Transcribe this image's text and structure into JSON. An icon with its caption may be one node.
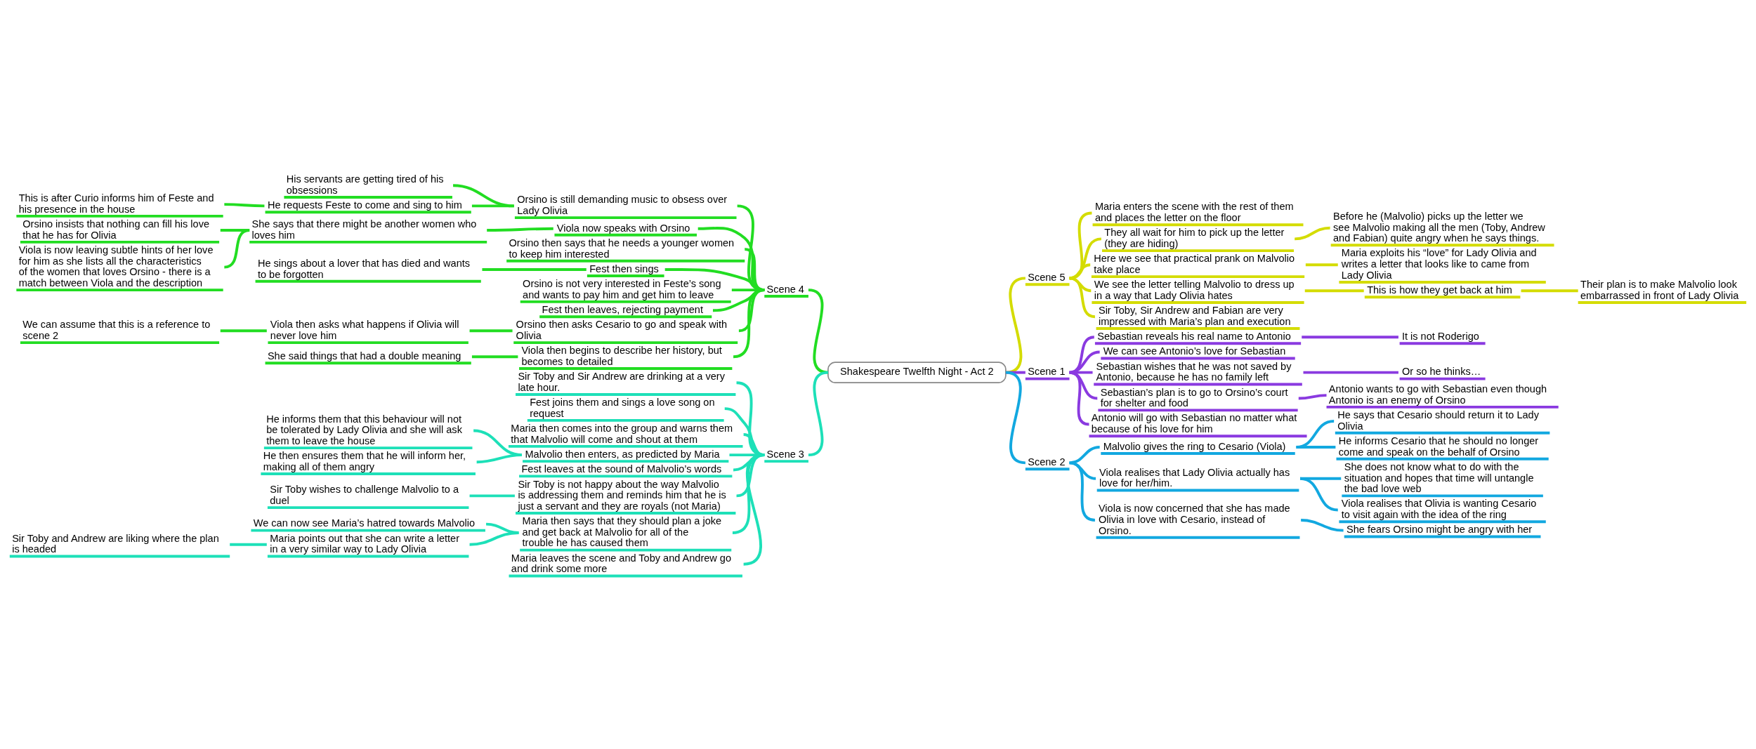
{
  "diagram": {
    "nodes": [
      {
        "text": [
          "Shakespeare Twelfth Night - Act 2"
        ]
      },
      {
        "text": [
          "Scene 4"
        ]
      },
      {
        "text": [
          "Orsino is still demanding music to obsess over Lady Olivia"
        ]
      },
      {
        "text": [
          "His servants are getting tired of his obsessions"
        ]
      },
      {
        "text": [
          "He requests Feste to come and sing to him"
        ]
      },
      {
        "text": [
          "This is after Curio informs him of Feste and his presence in the house"
        ]
      },
      {
        "text": [
          "Viola now speaks with Orsino"
        ]
      },
      {
        "text": [
          "She says that there might be another women who loves him"
        ]
      },
      {
        "text": [
          "Orsino insists that nothing can fill his love that he has for Olivia"
        ]
      },
      {
        "text": [
          "Viola is now leaving subtle hints of her love for him as she lists all the characteristics of the women that loves Orsino - there is a match between Viola and the description"
        ]
      },
      {
        "text": [
          "Orsino then says that he needs a younger women to keep him interested"
        ]
      },
      {
        "text": [
          "Fest then sings"
        ]
      },
      {
        "text": [
          "He sings about a lover that has died and wants to be forgotten"
        ]
      },
      {
        "text": [
          "Orsino is not very interested in Feste’s song and wants to pay him and get him to leave"
        ]
      },
      {
        "text": [
          "Fest then leaves, rejecting payment"
        ]
      },
      {
        "text": [
          "Orsino then asks Cesario to go and speak with Olivia"
        ]
      },
      {
        "text": [
          "Viola then asks what happens if Olivia will never love him"
        ]
      },
      {
        "text": [
          "We can assume that this is a reference to scene 2"
        ]
      },
      {
        "text": [
          "Viola then begins to describe her history, but becomes to detailed"
        ]
      },
      {
        "text": [
          "She said things that had a double meaning"
        ]
      },
      {
        "text": [
          "Scene 3"
        ]
      },
      {
        "text": [
          "Sir Toby and Sir Andrew are drinking at a very late hour."
        ]
      },
      {
        "text": [
          "Fest joins them and sings a love song on request"
        ]
      },
      {
        "text": [
          "Maria then comes into the group and warns them that Malvolio will come and shout at them"
        ]
      },
      {
        "text": [
          "Malvolio then enters, as predicted by Maria"
        ]
      },
      {
        "text": [
          "He informs them that this behaviour will not be tolerated by Lady Olivia and she will ask them to leave the house"
        ]
      },
      {
        "text": [
          "He then ensures them that he will inform her, making all of them angry"
        ]
      },
      {
        "text": [
          "Fest leaves at the sound of Malvolio’s words"
        ]
      },
      {
        "text": [
          "Sir Toby is not happy about the way Malvolio is addressing them and reminds him that he is just a servant and they are royals (not Maria)"
        ]
      },
      {
        "text": [
          "Sir Toby wishes to challenge Malvolio to a duel"
        ]
      },
      {
        "text": [
          "Maria then says that they should plan a joke and get back at Malvolio for all of the trouble he has caused them"
        ]
      },
      {
        "text": [
          "We can now see Maria’s hatred towards Malvolio"
        ]
      },
      {
        "text": [
          "Maria points out that she can write a letter in a very similar way to Lady Olivia"
        ]
      },
      {
        "text": [
          "Sir Toby and Andrew are liking where the plan is headed"
        ]
      },
      {
        "text": [
          "Maria leaves the scene and Toby and Andrew go and drink some more"
        ]
      },
      {
        "text": [
          "Scene 5"
        ]
      },
      {
        "text": [
          "Maria enters the scene with the rest of them and places the letter on the floor"
        ]
      },
      {
        "text": [
          "They all wait for him to pick up the letter (they are hiding)"
        ]
      },
      {
        "text": [
          "Before he (Malvolio) picks up the letter we see Malvolio making all the men (Toby, Andrew and Fabian) quite angry when he says things."
        ]
      },
      {
        "text": [
          "Here we see that practical prank on Malvolio take place"
        ]
      },
      {
        "text": [
          "Maria exploits his “love” for Lady Olivia and writes a letter that looks like to came from Lady Olivia"
        ]
      },
      {
        "text": [
          "We see the letter telling Malvolio to dress up in a way that Lady Olivia hates"
        ]
      },
      {
        "text": [
          "This is how they get back at him"
        ]
      },
      {
        "text": [
          "Their plan is to make Malvolio look embarrassed in front of Lady Olivia"
        ]
      },
      {
        "text": [
          "Sir Toby, Sir Andrew and Fabian are very impressed with Maria’s plan and execution"
        ]
      },
      {
        "text": [
          "Scene 1"
        ]
      },
      {
        "text": [
          "Sebastian reveals his real name to Antonio"
        ]
      },
      {
        "text": [
          "It is not Roderigo"
        ]
      },
      {
        "text": [
          "We can see Antonio’s love for Sebastian"
        ]
      },
      {
        "text": [
          "Sebastian wishes that he was not saved by Antonio, because he has no family left"
        ]
      },
      {
        "text": [
          "Or so he thinks…"
        ]
      },
      {
        "text": [
          "Sebastian’s plan is to go to Orsino’s court for shelter and food"
        ]
      },
      {
        "text": [
          "Antonio wants to go with Sebastian even though Antonio is an enemy of Orsino"
        ]
      },
      {
        "text": [
          "Antonio will go with Sebastian no matter what because of his love for him"
        ]
      },
      {
        "text": [
          "Scene 2"
        ]
      },
      {
        "text": [
          "Malvolio gives the ring to Cesario (Viola)"
        ]
      },
      {
        "text": [
          "He says that Cesario should return it to Lady Olivia"
        ]
      },
      {
        "text": [
          "He informs Cesario that he should no longer come and speak on the behalf of Orsino"
        ]
      },
      {
        "text": [
          "Viola realises that Lady Olivia actually has love for her/him."
        ]
      },
      {
        "text": [
          "She does not know what to do with the situation and hopes that time will untangle the bad love web"
        ]
      },
      {
        "text": [
          "Viola realises that Olivia is wanting Cesario to visit again with the idea of the ring"
        ]
      },
      {
        "text": [
          "Viola is now concerned that she has made Olivia in love with Cesario, instead of Orsino."
        ]
      },
      {
        "text": [
          "She fears Orsino might be angry with her"
        ]
      }
    ],
    "edges": [
      {
        "from": 0,
        "to": 1,
        "arrow": "none",
        "color": "#22dd22"
      },
      {
        "from": 1,
        "to": 2,
        "arrow": "none",
        "color": "#22dd22"
      },
      {
        "from": 2,
        "to": 3,
        "arrow": "none",
        "color": "#22dd22"
      },
      {
        "from": 2,
        "to": 4,
        "arrow": "none",
        "color": "#22dd22"
      },
      {
        "from": 4,
        "to": 5,
        "arrow": "none",
        "color": "#22dd22"
      },
      {
        "from": 1,
        "to": 6,
        "arrow": "none",
        "color": "#22dd22"
      },
      {
        "from": 6,
        "to": 7,
        "arrow": "none",
        "color": "#22dd22"
      },
      {
        "from": 7,
        "to": 8,
        "arrow": "none",
        "color": "#22dd22"
      },
      {
        "from": 7,
        "to": 9,
        "arrow": "none",
        "color": "#22dd22"
      },
      {
        "from": 1,
        "to": 10,
        "arrow": "none",
        "color": "#22dd22"
      },
      {
        "from": 1,
        "to": 11,
        "arrow": "none",
        "color": "#22dd22"
      },
      {
        "from": 11,
        "to": 12,
        "arrow": "none",
        "color": "#22dd22"
      },
      {
        "from": 1,
        "to": 13,
        "arrow": "none",
        "color": "#22dd22"
      },
      {
        "from": 1,
        "to": 14,
        "arrow": "none",
        "color": "#22dd22"
      },
      {
        "from": 1,
        "to": 15,
        "arrow": "none",
        "color": "#22dd22"
      },
      {
        "from": 15,
        "to": 16,
        "arrow": "none",
        "color": "#22dd22"
      },
      {
        "from": 16,
        "to": 17,
        "arrow": "none",
        "color": "#22dd22"
      },
      {
        "from": 1,
        "to": 18,
        "arrow": "none",
        "color": "#22dd22"
      },
      {
        "from": 18,
        "to": 19,
        "arrow": "none",
        "color": "#22dd22"
      },
      {
        "from": 0,
        "to": 20,
        "arrow": "none",
        "color": "#1de0b8"
      },
      {
        "from": 20,
        "to": 21,
        "arrow": "none",
        "color": "#1de0b8"
      },
      {
        "from": 20,
        "to": 22,
        "arrow": "none",
        "color": "#1de0b8"
      },
      {
        "from": 20,
        "to": 23,
        "arrow": "none",
        "color": "#1de0b8"
      },
      {
        "from": 20,
        "to": 24,
        "arrow": "none",
        "color": "#1de0b8"
      },
      {
        "from": 24,
        "to": 25,
        "arrow": "none",
        "color": "#1de0b8"
      },
      {
        "from": 24,
        "to": 26,
        "arrow": "none",
        "color": "#1de0b8"
      },
      {
        "from": 20,
        "to": 27,
        "arrow": "none",
        "color": "#1de0b8"
      },
      {
        "from": 20,
        "to": 28,
        "arrow": "none",
        "color": "#1de0b8"
      },
      {
        "from": 28,
        "to": 29,
        "arrow": "none",
        "color": "#1de0b8"
      },
      {
        "from": 20,
        "to": 30,
        "arrow": "none",
        "color": "#1de0b8"
      },
      {
        "from": 30,
        "to": 31,
        "arrow": "none",
        "color": "#1de0b8"
      },
      {
        "from": 30,
        "to": 32,
        "arrow": "none",
        "color": "#1de0b8"
      },
      {
        "from": 32,
        "to": 33,
        "arrow": "none",
        "color": "#1de0b8"
      },
      {
        "from": 20,
        "to": 34,
        "arrow": "none",
        "color": "#1de0b8"
      },
      {
        "from": 0,
        "to": 35,
        "arrow": "none",
        "color": "#d4dc00"
      },
      {
        "from": 35,
        "to": 36,
        "arrow": "none",
        "color": "#d4dc00"
      },
      {
        "from": 35,
        "to": 37,
        "arrow": "none",
        "color": "#d4dc00"
      },
      {
        "from": 37,
        "to": 38,
        "arrow": "none",
        "color": "#d4dc00"
      },
      {
        "from": 35,
        "to": 39,
        "arrow": "none",
        "color": "#d4dc00"
      },
      {
        "from": 39,
        "to": 40,
        "arrow": "none",
        "color": "#d4dc00"
      },
      {
        "from": 35,
        "to": 41,
        "arrow": "none",
        "color": "#d4dc00"
      },
      {
        "from": 41,
        "to": 42,
        "arrow": "none",
        "color": "#d4dc00"
      },
      {
        "from": 42,
        "to": 43,
        "arrow": "none",
        "color": "#d4dc00"
      },
      {
        "from": 35,
        "to": 44,
        "arrow": "none",
        "color": "#d4dc00"
      },
      {
        "from": 0,
        "to": 45,
        "arrow": "none",
        "color": "#8a3ae0"
      },
      {
        "from": 45,
        "to": 46,
        "arrow": "none",
        "color": "#8a3ae0"
      },
      {
        "from": 46,
        "to": 47,
        "arrow": "none",
        "color": "#8a3ae0"
      },
      {
        "from": 45,
        "to": 48,
        "arrow": "none",
        "color": "#8a3ae0"
      },
      {
        "from": 45,
        "to": 49,
        "arrow": "none",
        "color": "#8a3ae0"
      },
      {
        "from": 49,
        "to": 50,
        "arrow": "none",
        "color": "#8a3ae0"
      },
      {
        "from": 45,
        "to": 51,
        "arrow": "none",
        "color": "#8a3ae0"
      },
      {
        "from": 51,
        "to": 52,
        "arrow": "none",
        "color": "#8a3ae0"
      },
      {
        "from": 45,
        "to": 53,
        "arrow": "none",
        "color": "#8a3ae0"
      },
      {
        "from": 0,
        "to": 54,
        "arrow": "none",
        "color": "#12a8e0"
      },
      {
        "from": 54,
        "to": 55,
        "arrow": "none",
        "color": "#12a8e0"
      },
      {
        "from": 55,
        "to": 56,
        "arrow": "none",
        "color": "#12a8e0"
      },
      {
        "from": 55,
        "to": 57,
        "arrow": "none",
        "color": "#12a8e0"
      },
      {
        "from": 54,
        "to": 58,
        "arrow": "none",
        "color": "#12a8e0"
      },
      {
        "from": 58,
        "to": 59,
        "arrow": "none",
        "color": "#12a8e0"
      },
      {
        "from": 58,
        "to": 60,
        "arrow": "none",
        "color": "#12a8e0"
      },
      {
        "from": 54,
        "to": 61,
        "arrow": "none",
        "color": "#12a8e0"
      },
      {
        "from": 61,
        "to": 62,
        "arrow": "none",
        "color": "#12a8e0"
      }
    ]
  }
}
